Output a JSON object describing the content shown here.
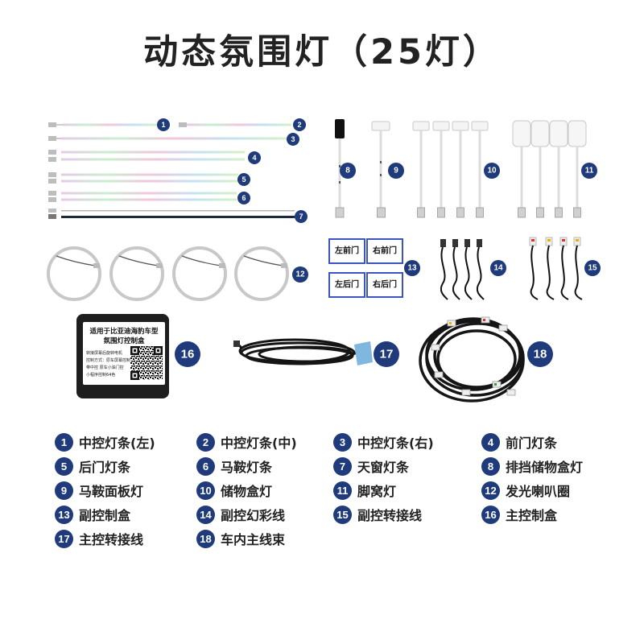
{
  "title": "动态氛围灯（25灯）",
  "colors": {
    "badge": "#1f3b7b",
    "text": "#222222",
    "door_label_border": "#3a55c0",
    "cable": "#151515"
  },
  "legend": [
    {
      "num": "1",
      "label": "中控灯条(左)"
    },
    {
      "num": "2",
      "label": "中控灯条(中)"
    },
    {
      "num": "3",
      "label": "中控灯条(右)"
    },
    {
      "num": "4",
      "label": "前门灯条"
    },
    {
      "num": "5",
      "label": "后门灯条"
    },
    {
      "num": "6",
      "label": "马鞍灯条"
    },
    {
      "num": "7",
      "label": "天窗灯条"
    },
    {
      "num": "8",
      "label": "排挡储物盒灯"
    },
    {
      "num": "9",
      "label": "马鞍面板灯"
    },
    {
      "num": "10",
      "label": "储物盒灯"
    },
    {
      "num": "11",
      "label": "脚窝灯"
    },
    {
      "num": "12",
      "label": "发光喇叭圈"
    },
    {
      "num": "13",
      "label": "副控制盒"
    },
    {
      "num": "14",
      "label": "副控幻彩线"
    },
    {
      "num": "15",
      "label": "副控转接线"
    },
    {
      "num": "16",
      "label": "主控制盒"
    },
    {
      "num": "17",
      "label": "主控转接线"
    },
    {
      "num": "18",
      "label": "车内主线束"
    }
  ],
  "control_box": {
    "line1": "适用于比亚迪海豹车型",
    "line2": "氛围灯控制盒",
    "notes": [
      "转接屏幕后旋转电机",
      "控制方式：原车屏幕控制",
      "带中控 原车小油门控",
      "小程序控制64色"
    ]
  },
  "door_labels": {
    "front_left": "左前门",
    "front_right": "右前门",
    "rear_left": "左后门",
    "rear_right": "右后门"
  }
}
